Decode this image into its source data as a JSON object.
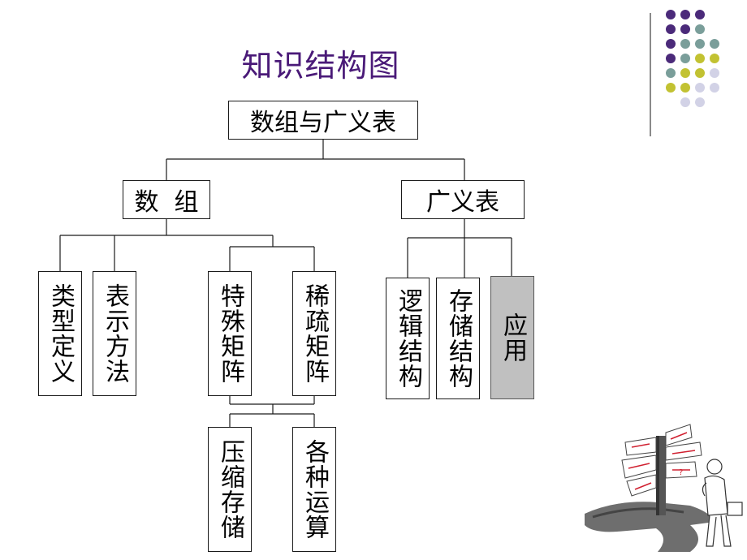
{
  "title": "知识结构图",
  "tree": {
    "root": "数组与广义表",
    "array": "数  组",
    "genlist": "广义表",
    "type_def": "类型定义",
    "repr": "表示方法",
    "special_matrix": "特殊矩阵",
    "sparse_matrix": "稀疏矩阵",
    "compressed": "压缩存储",
    "operations": "各种运算",
    "logic": "逻辑结构",
    "storage": "存储结构",
    "apply": "应用"
  },
  "colors": {
    "title": "#4a1a78",
    "dot_purple": "#4b2a7a",
    "dot_teal": "#7a9e9a",
    "dot_olive": "#c2c232",
    "dot_lavender": "#d2d2e6",
    "apply_fill": "#c0c0c0"
  },
  "decorations": {
    "dot_grid_icon": "dot-grid-icon",
    "clipart_icon": "signpost-person-icon"
  }
}
